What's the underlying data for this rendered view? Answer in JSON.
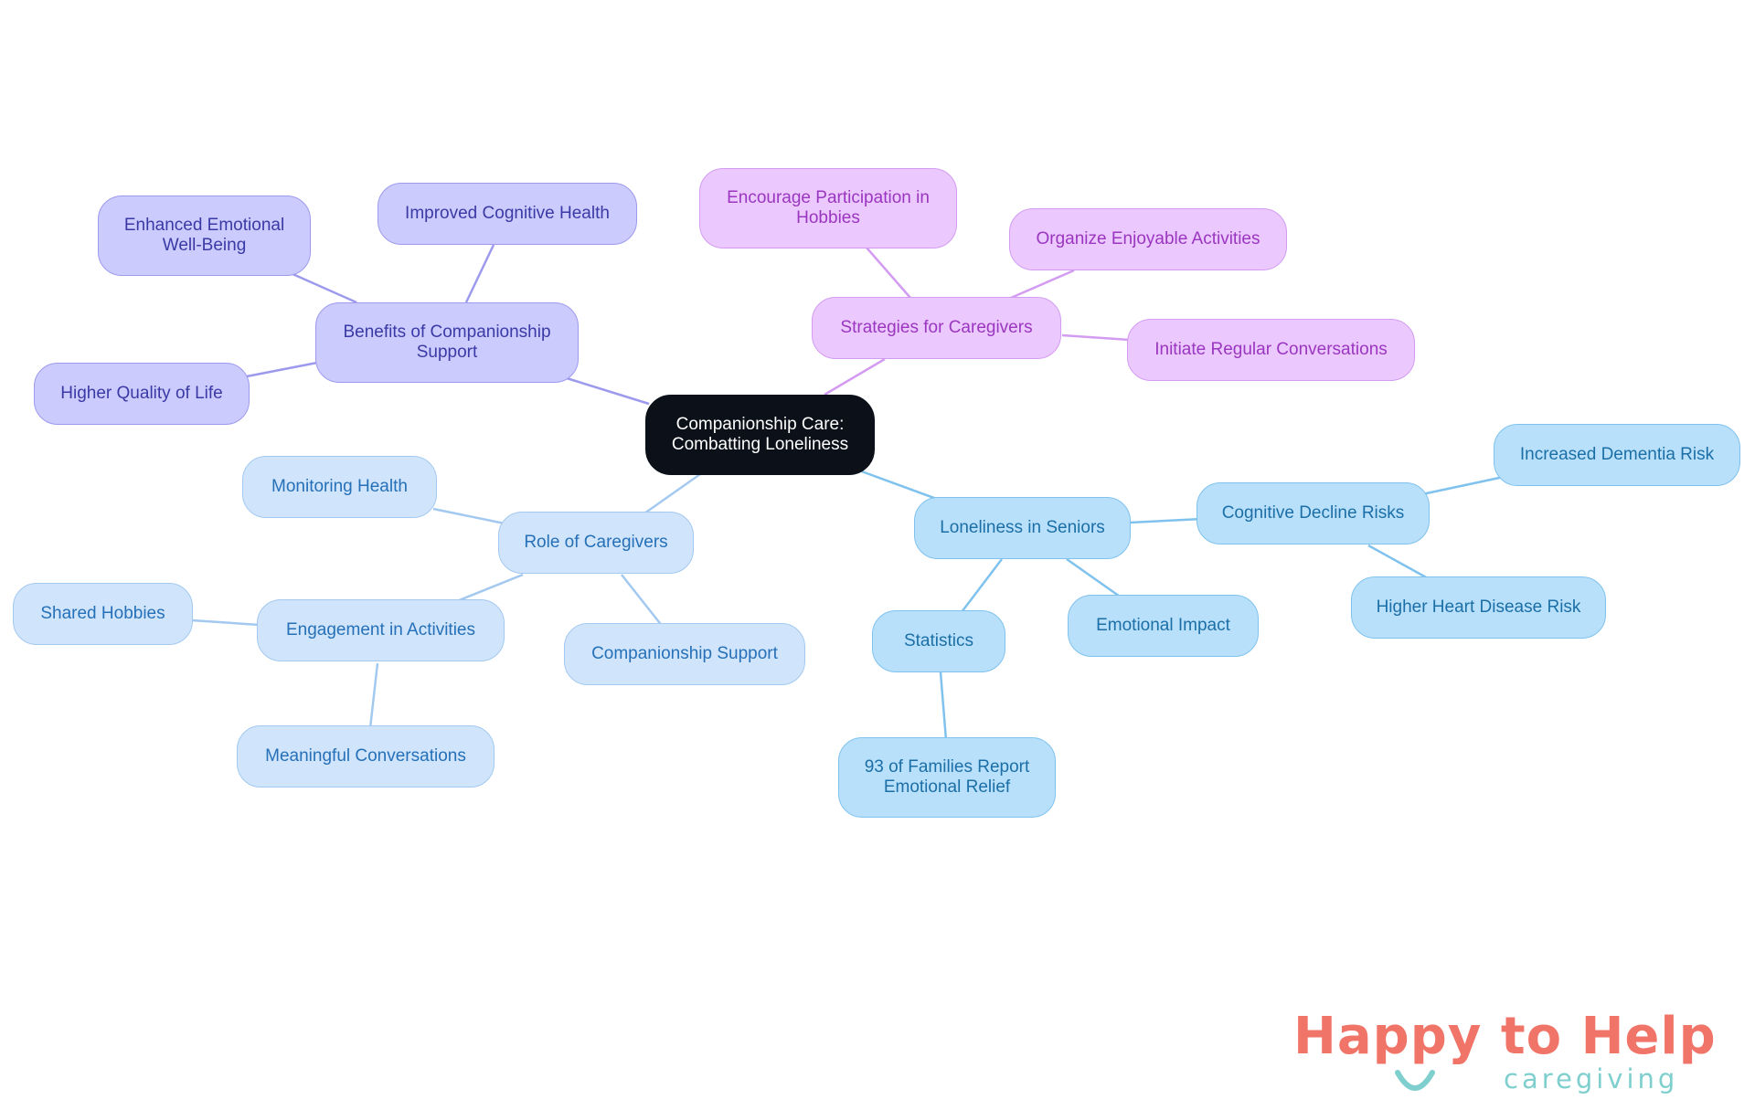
{
  "colors": {
    "root": "#0c1119",
    "indigo": "#cccbfd",
    "purple": "#ebc8fd",
    "sky": "#b9e0fb",
    "pale": "#d0e5fb",
    "brand_coral": "#f07468",
    "brand_teal": "#7fcfcf"
  },
  "mindmap": {
    "root": {
      "line1": "Companionship Care:",
      "line2": "Combatting Loneliness"
    },
    "benefits": {
      "label": "Benefits of Companionship Support",
      "children": [
        "Enhanced Emotional Well-Being",
        "Improved Cognitive Health",
        "Higher Quality of Life"
      ]
    },
    "strategies": {
      "label": "Strategies for Caregivers",
      "children": [
        "Encourage Participation in Hobbies",
        "Organize Enjoyable Activities",
        "Initiate Regular Conversations"
      ]
    },
    "role": {
      "label": "Role of Caregivers",
      "children": [
        "Monitoring Health",
        "Engagement in Activities",
        "Companionship Support"
      ],
      "engagement_children": [
        "Shared Hobbies",
        "Meaningful Conversations"
      ]
    },
    "loneliness": {
      "label": "Loneliness in Seniors",
      "children": [
        "Cognitive Decline Risks",
        "Statistics",
        "Emotional Impact"
      ],
      "cognitive_children": [
        "Increased Dementia Risk",
        "Higher Heart Disease Risk"
      ],
      "statistics_children": [
        "93 of Families Report Emotional Relief"
      ]
    }
  },
  "logo": {
    "title": "Happy to Help",
    "subtitle": "caregiving"
  }
}
